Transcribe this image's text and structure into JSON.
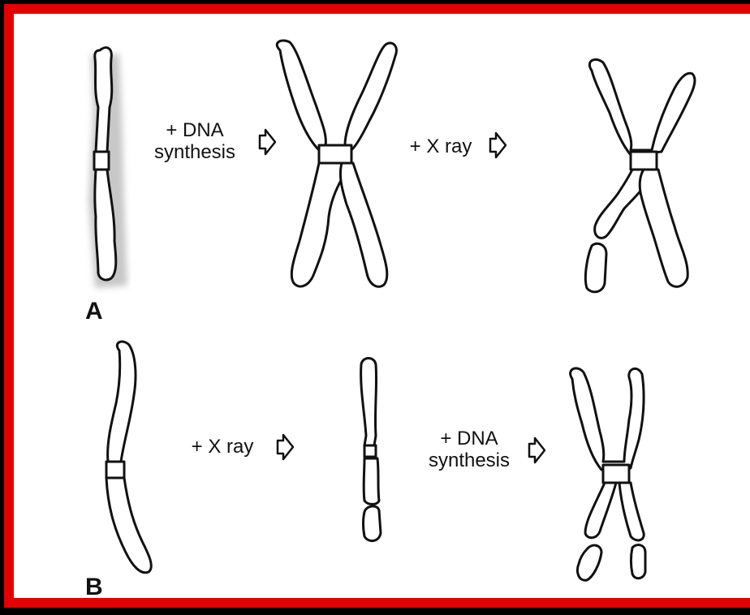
{
  "panels": {
    "a": {
      "letter": "A",
      "step1": [
        "+ DNA",
        "synthesis"
      ],
      "step2": [
        "+ X ray"
      ]
    },
    "b": {
      "letter": "B",
      "step1": [
        "+ X ray"
      ],
      "step2": [
        "+ DNA",
        "synthesis"
      ]
    }
  },
  "colors": {
    "frame": "#e30000",
    "background": "#ffffff",
    "outline": "#111111",
    "shading": "#c8c8c8"
  },
  "icons": [
    "chromosome-icon",
    "open-arrow-icon"
  ]
}
